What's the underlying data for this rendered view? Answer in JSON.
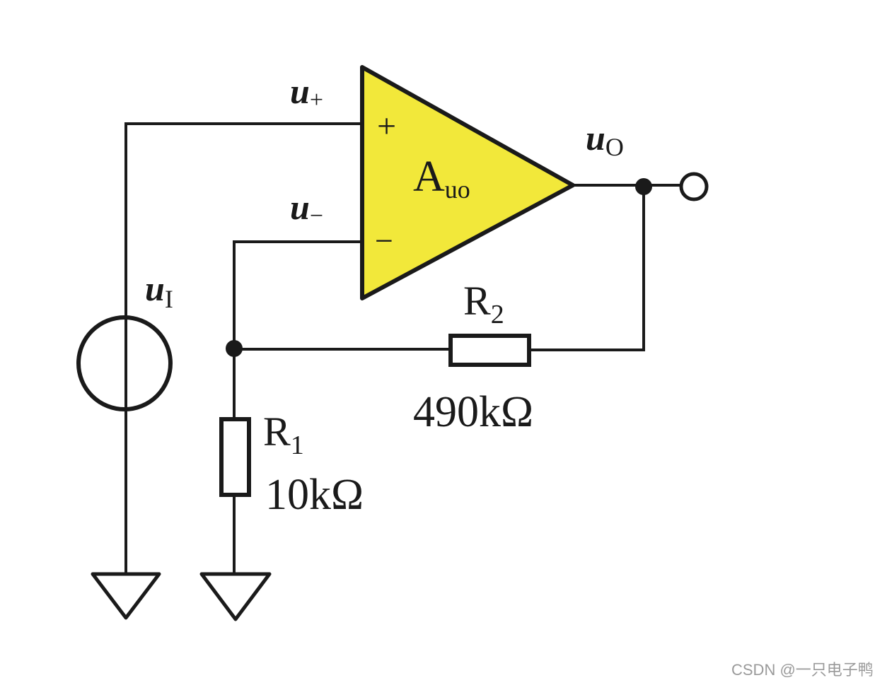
{
  "diagram": {
    "opamp": {
      "gain_symbol": "A",
      "gain_subscript": "uo",
      "plus_sign": "+",
      "minus_sign": "−",
      "fill_color": "#f2e83a"
    },
    "labels": {
      "u_plus": {
        "base": "u",
        "sub": "+"
      },
      "u_minus": {
        "base": "u",
        "sub": "−"
      },
      "u_out": {
        "base": "u",
        "sub": "O"
      },
      "u_in": {
        "base": "u",
        "sub": "I"
      }
    },
    "R1": {
      "name": "R",
      "sub": "1",
      "value": "10kΩ"
    },
    "R2": {
      "name": "R",
      "sub": "2",
      "value": "490kΩ"
    },
    "watermark": "CSDN @一只电子鸭"
  }
}
